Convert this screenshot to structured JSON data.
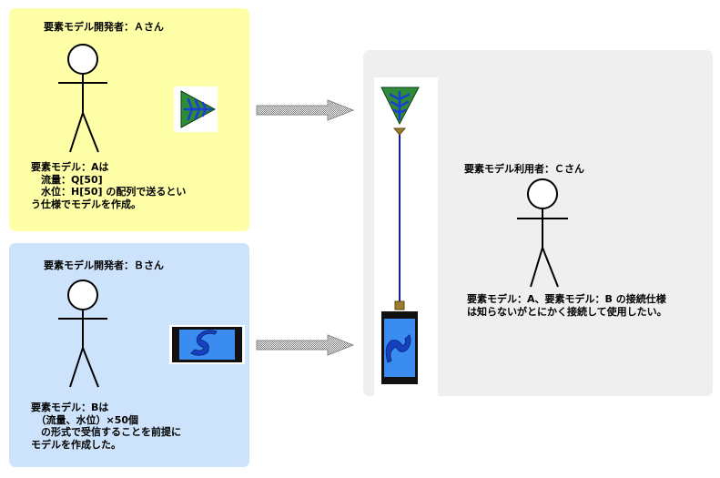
{
  "developer_a": {
    "role": "要素モデル開発者：Ａさん",
    "description": "要素モデル：Aは\n　流量：Q[50]\n　水位：H[50] の配列で送るとい\nう仕様でモデルを作成。"
  },
  "developer_b": {
    "role": "要素モデル開発者：Ｂさん",
    "description": "要素モデル：Bは\n　（流量、水位）×50個\n　の形式で受信することを前提に\nモデルを作成した。"
  },
  "user_c": {
    "role": "要素モデル利用者：Ｃさん",
    "description": "要素モデル：A、要素モデル：B の接続仕様\nは知らないがとにかく接続して使用したい。"
  },
  "colors": {
    "panel_a": "#ffffa8",
    "panel_b": "#cce3fb",
    "panel_c": "#efefef",
    "model_a_triangle": "#2e8b3a",
    "model_b_screen": "#3b8cf0",
    "connector": "#1a1aa0"
  },
  "icons": [
    "stick-figure-icon",
    "model-a-triangle-icon",
    "model-b-screen-icon",
    "arrow-right-icon"
  ]
}
